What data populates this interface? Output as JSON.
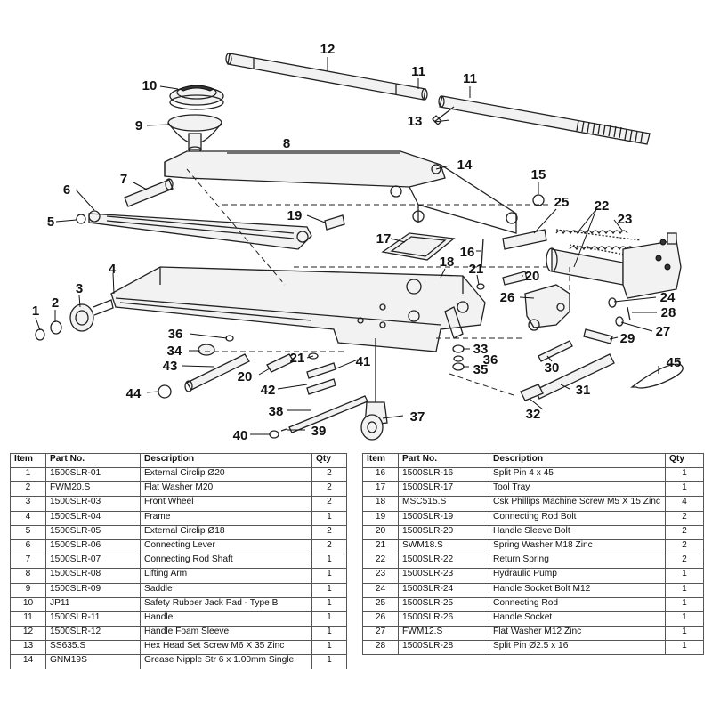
{
  "callouts": [
    "12",
    "11",
    "11",
    "10",
    "9",
    "13",
    "8",
    "14",
    "15",
    "7",
    "6",
    "5",
    "19",
    "25",
    "22",
    "23",
    "17",
    "16",
    "18",
    "21",
    "20",
    "4",
    "26",
    "24",
    "3",
    "2",
    "1",
    "28",
    "36",
    "27",
    "34",
    "33",
    "29",
    "36",
    "21",
    "41",
    "35",
    "43",
    "20",
    "30",
    "45",
    "42",
    "31",
    "44",
    "32",
    "38",
    "37",
    "40",
    "39"
  ],
  "table": {
    "headers": {
      "item": "Item",
      "part_no": "Part No.",
      "description": "Description",
      "qty": "Qty"
    },
    "left": [
      {
        "item": "1",
        "part_no": "1500SLR-01",
        "description": "External Circlip Ø20",
        "qty": "2"
      },
      {
        "item": "2",
        "part_no": "FWM20.S",
        "description": "Flat Washer M20",
        "qty": "2"
      },
      {
        "item": "3",
        "part_no": "1500SLR-03",
        "description": "Front Wheel",
        "qty": "2"
      },
      {
        "item": "4",
        "part_no": "1500SLR-04",
        "description": "Frame",
        "qty": "1"
      },
      {
        "item": "5",
        "part_no": "1500SLR-05",
        "description": "External Circlip Ø18",
        "qty": "2"
      },
      {
        "item": "6",
        "part_no": "1500SLR-06",
        "description": "Connecting Lever",
        "qty": "2"
      },
      {
        "item": "7",
        "part_no": "1500SLR-07",
        "description": "Connecting Rod Shaft",
        "qty": "1"
      },
      {
        "item": "8",
        "part_no": "1500SLR-08",
        "description": "Lifting Arm",
        "qty": "1"
      },
      {
        "item": "9",
        "part_no": "1500SLR-09",
        "description": "Saddle",
        "qty": "1"
      },
      {
        "item": "10",
        "part_no": "JP11",
        "description": "Safety Rubber Jack Pad - Type B",
        "qty": "1"
      },
      {
        "item": "11",
        "part_no": "1500SLR-11",
        "description": "Handle",
        "qty": "1"
      },
      {
        "item": "12",
        "part_no": "1500SLR-12",
        "description": "Handle Foam Sleeve",
        "qty": "1"
      },
      {
        "item": "13",
        "part_no": "SS635.S",
        "description": "Hex Head Set Screw M6 X 35 Zinc",
        "qty": "1"
      },
      {
        "item": "14",
        "part_no": "GNM19S",
        "description": "Grease Nipple Str 6 x 1.00mm Single",
        "qty": "1"
      }
    ],
    "right": [
      {
        "item": "16",
        "part_no": "1500SLR-16",
        "description": "Split Pin 4 x 45",
        "qty": "1"
      },
      {
        "item": "17",
        "part_no": "1500SLR-17",
        "description": "Tool Tray",
        "qty": "1"
      },
      {
        "item": "18",
        "part_no": "MSC515.S",
        "description": "Csk Phillips Machine Screw M5 X 15 Zinc",
        "qty": "4"
      },
      {
        "item": "19",
        "part_no": "1500SLR-19",
        "description": "Connecting Rod Bolt",
        "qty": "2"
      },
      {
        "item": "20",
        "part_no": "1500SLR-20",
        "description": "Handle Sleeve Bolt",
        "qty": "2"
      },
      {
        "item": "21",
        "part_no": "SWM18.S",
        "description": "Spring Washer M18 Zinc",
        "qty": "2"
      },
      {
        "item": "22",
        "part_no": "1500SLR-22",
        "description": "Return Spring",
        "qty": "2"
      },
      {
        "item": "23",
        "part_no": "1500SLR-23",
        "description": "Hydraulic Pump",
        "qty": "1"
      },
      {
        "item": "24",
        "part_no": "1500SLR-24",
        "description": "Handle Socket Bolt M12",
        "qty": "1"
      },
      {
        "item": "25",
        "part_no": "1500SLR-25",
        "description": "Connecting Rod",
        "qty": "1"
      },
      {
        "item": "26",
        "part_no": "1500SLR-26",
        "description": "Handle Socket",
        "qty": "1"
      },
      {
        "item": "27",
        "part_no": "FWM12.S",
        "description": "Flat Washer M12 Zinc",
        "qty": "1"
      },
      {
        "item": "28",
        "part_no": "1500SLR-28",
        "description": "Split Pin Ø2.5 x 16",
        "qty": "1"
      }
    ]
  }
}
